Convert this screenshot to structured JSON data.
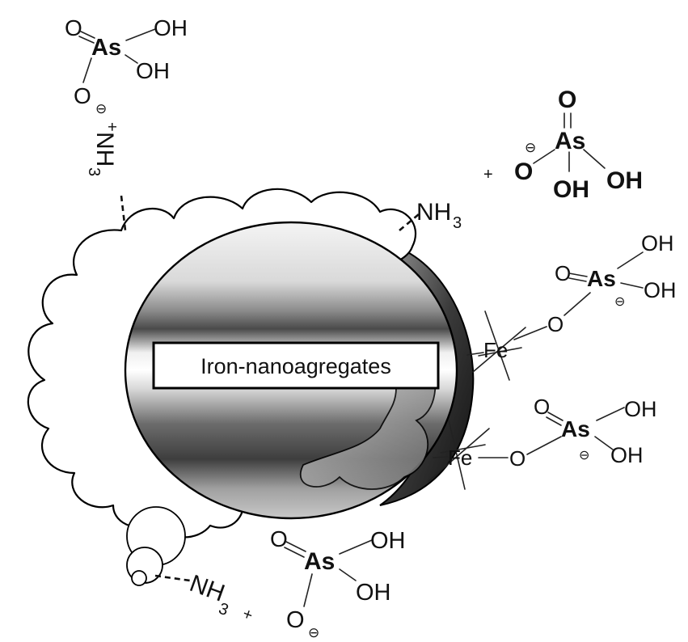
{
  "diagram": {
    "core_label": "Iron-nanoagregates",
    "atoms": {
      "arsenic": "As",
      "oxygen": "O",
      "hydroxyl": "OH",
      "iron": "Fe",
      "amine": "NH",
      "subscript_3": "3",
      "plus": "+",
      "minus": "⊖"
    },
    "colors": {
      "outline": "#000000",
      "background": "#ffffff",
      "core_light": "#f2f2f2",
      "core_dark": "#2a2a2a"
    }
  }
}
